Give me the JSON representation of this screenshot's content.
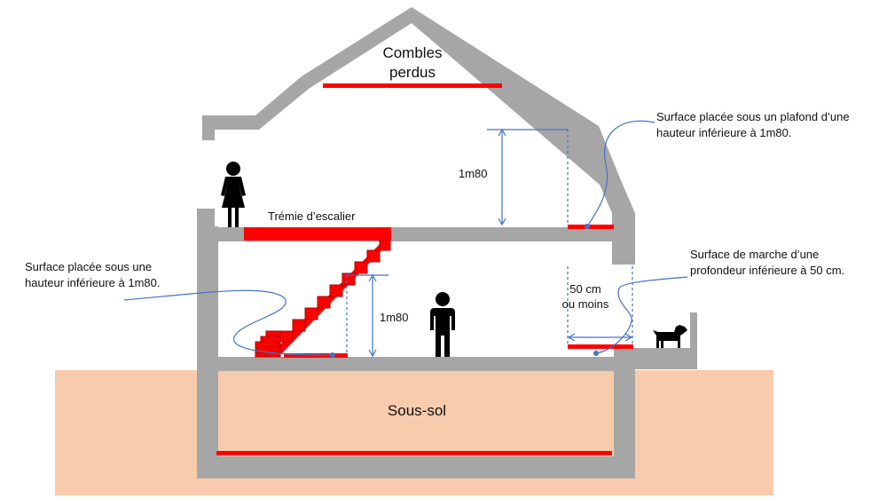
{
  "colors": {
    "wall": "#a6a6a6",
    "ground": "#f7cbac",
    "red": "#ff0000",
    "dark_red": "#b00000",
    "arrow": "#4472c4",
    "figure": "#000000"
  },
  "rooms": {
    "attic": [
      "Combles",
      "perdus"
    ],
    "basement": "Sous-sol",
    "stairwell": "Trémie d’escalier"
  },
  "dimensions": {
    "upper_height": "1m80",
    "lower_height": "1m80",
    "step_depth": [
      "50 cm",
      "ou moins"
    ]
  },
  "annotations": {
    "ceiling_note": [
      "Surface placée sous un plafond d’une",
      "hauteur inférieure à 1m80."
    ],
    "stair_note": [
      "Surface placée sous une",
      "hauteur inférieure à 1m80."
    ],
    "step_note": [
      "Surface de marche d’une",
      "profondeur inférieure à 50 cm."
    ]
  },
  "figures": [
    "woman-icon",
    "man-icon",
    "dog-icon"
  ]
}
